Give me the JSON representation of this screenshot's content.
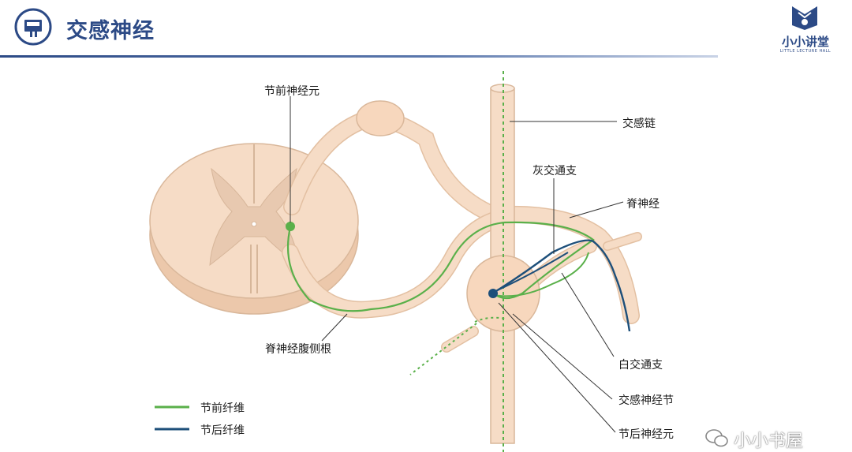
{
  "header": {
    "title": "交感神经",
    "logo_text": "小小讲堂",
    "logo_sub": "LITTLE LECTURE HALL"
  },
  "labels": {
    "preganglionic_neuron": "节前神经元",
    "sympathetic_chain": "交感链",
    "gray_ramus": "灰交通支",
    "spinal_nerve": "脊神经",
    "ventral_root": "脊神经腹侧根",
    "white_ramus": "白交通支",
    "sympathetic_ganglion": "交感神经节",
    "postganglionic_neuron": "节后神经元"
  },
  "legend": {
    "preganglionic_fiber": "节前纤维",
    "postganglionic_fiber": "节后纤维"
  },
  "watermark": "小小书屋",
  "colors": {
    "title_blue": "#2c4a86",
    "tissue": "#f6dcc6",
    "tissue_edge": "#d9b79a",
    "grey_matter": "#e8c9b0",
    "pre_fiber": "#5ab04a",
    "post_fiber": "#1d4f7a"
  }
}
